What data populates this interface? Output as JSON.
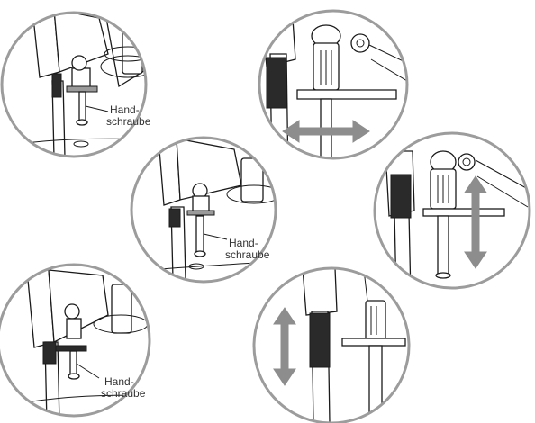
{
  "panels": {
    "p1": {
      "label_line1": "Hand-",
      "label_line2": "schraube"
    },
    "p3": {
      "label_line1": "Hand-",
      "label_line2": "schraube"
    },
    "p5": {
      "label_line1": "Hand-",
      "label_line2": "schraube"
    }
  },
  "colors": {
    "ring": "#9c9c9c",
    "arrow": "#8d8d8d",
    "ink": "#1a1a1a"
  },
  "arrows": {
    "p2": "horizontal-double-arrow",
    "p4": "vertical-double-arrow",
    "p6": "vertical-double-arrow"
  }
}
